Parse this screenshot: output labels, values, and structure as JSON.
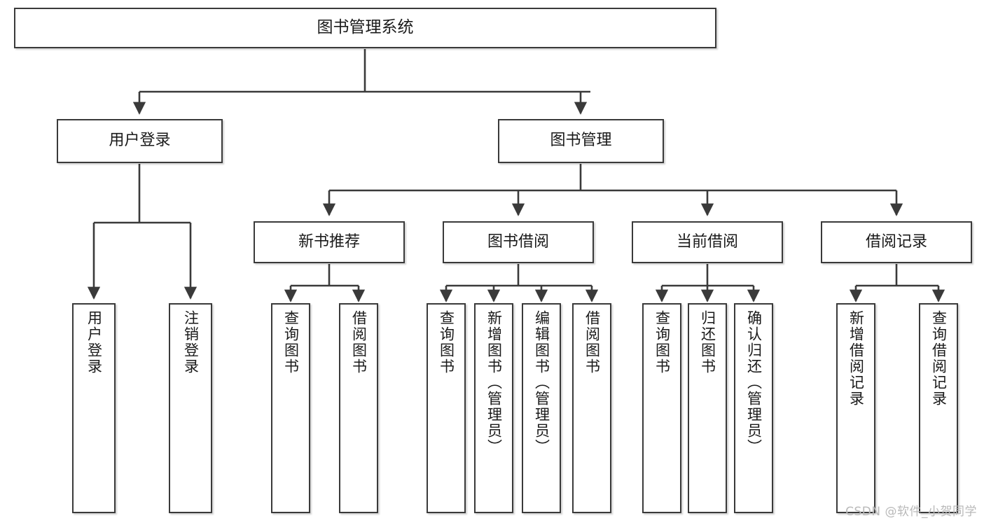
{
  "diagram": {
    "title": "图书管理系统",
    "type": "tree",
    "watermark": "CSDN @软件_小贺同学",
    "colors": {
      "box_border": "#3a3a3a",
      "box_fill": "#ffffff",
      "connector": "#3a3a3a",
      "text": "#1a1a1a",
      "watermark": "#b9b9b9"
    },
    "levels": {
      "root": {
        "label": "图书管理系统"
      },
      "level2": [
        {
          "label": "用户登录"
        },
        {
          "label": "图书管理"
        }
      ],
      "level3": [
        {
          "label": "新书推荐"
        },
        {
          "label": "图书借阅"
        },
        {
          "label": "当前借阅"
        },
        {
          "label": "借阅记录"
        }
      ]
    },
    "nodes": {
      "root": "图书管理系统",
      "user_login": "用户登录",
      "book_manage": "图书管理",
      "new_book_rec": "新书推荐",
      "book_borrow": "图书借阅",
      "current_borrow": "当前借阅",
      "borrow_record": "借阅记录",
      "leaf_user_login": "用户登录",
      "leaf_logout": "注销登录",
      "leaf_query_book_1": "查询图书",
      "leaf_borrow_book_1": "借阅图书",
      "leaf_query_book_2": "查询图书",
      "leaf_add_book": "新增图书（管理员）",
      "leaf_edit_book": "编辑图书（管理员）",
      "leaf_borrow_book_2": "借阅图书",
      "leaf_query_book_3": "查询图书",
      "leaf_return_book": "归还图书",
      "leaf_confirm_return": "确认归还（管理员）",
      "leaf_add_record": "新增借阅记录",
      "leaf_query_record": "查询借阅记录"
    }
  }
}
